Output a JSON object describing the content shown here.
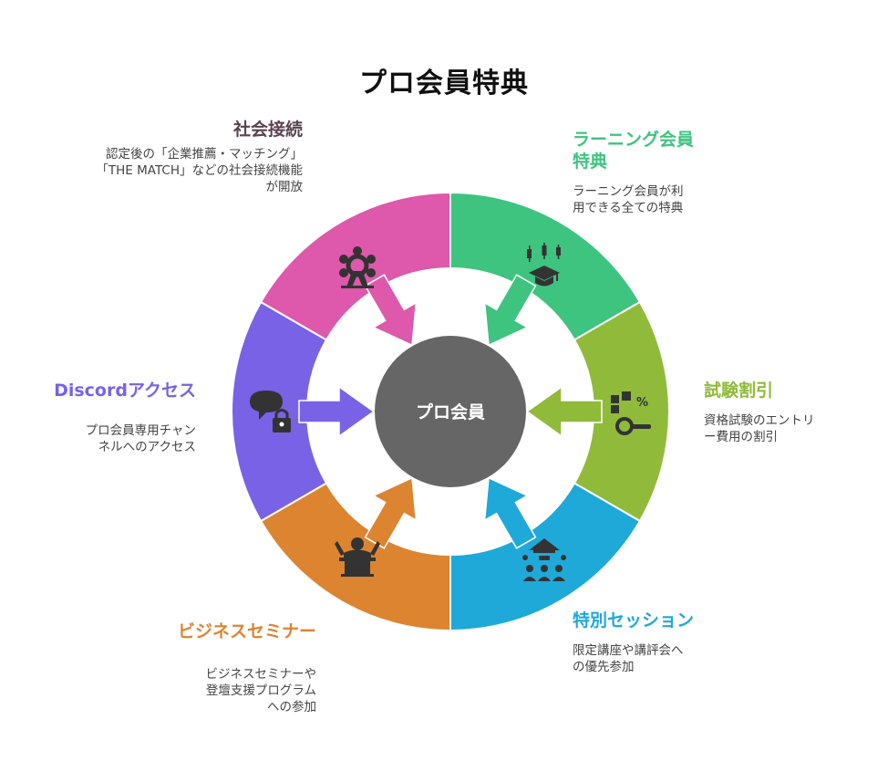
{
  "title": "プロ会員特典",
  "center": {
    "label": "プロ会員",
    "color": "#666666"
  },
  "segments": [
    {
      "id": "learning",
      "label": "ラーニング会員特典",
      "label_lines": [
        "ラーニング会員",
        "特典"
      ],
      "desc_lines": [
        "ラーニング会員が利",
        "用できる全ての特典"
      ],
      "color": "#3ec47f",
      "icon": "graduation-cap-icon"
    },
    {
      "id": "exam",
      "label": "試験割引",
      "label_lines": [
        "試験割引"
      ],
      "desc_lines": [
        "資格試験のエントリ",
        "ー費用の割引"
      ],
      "color": "#90bb3a",
      "icon": "search-discount-icon"
    },
    {
      "id": "session",
      "label": "特別セッション",
      "label_lines": [
        "特別セッション"
      ],
      "desc_lines": [
        "限定講座や講評会へ",
        "の優先参加"
      ],
      "color": "#1fa9d8",
      "icon": "presentation-audience-icon"
    },
    {
      "id": "seminar",
      "label": "ビジネスセミナー",
      "label_lines": [
        "ビジネスセミナー"
      ],
      "desc_lines": [
        "ビジネスセミナーや",
        "登壇支援プログラム",
        "への参加"
      ],
      "color": "#dd8430",
      "icon": "speaker-podium-icon"
    },
    {
      "id": "discord",
      "label": "Discordアクセス",
      "label_lines": [
        "Discordアクセス"
      ],
      "desc_lines": [
        "プロ会員専用チャン",
        "ネルへのアクセス"
      ],
      "color": "#7a62e6",
      "icon": "chat-lock-icon"
    },
    {
      "id": "social",
      "label": "社会接続",
      "label_lines": [
        "社会接続"
      ],
      "desc_lines": [
        "認定後の「企業推薦・マッチング」",
        "「THE MATCH」などの社会接続機能",
        "が開放"
      ],
      "color": "#de58ab",
      "icon": "network-structure-icon"
    }
  ]
}
